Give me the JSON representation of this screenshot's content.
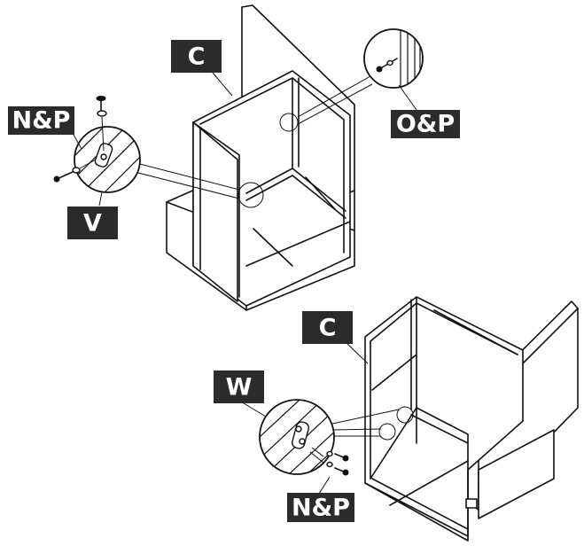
{
  "labels": {
    "top_c": "C",
    "top_np": "N&P",
    "top_op": "O&P",
    "top_v": "V",
    "bottom_c": "C",
    "bottom_w": "W",
    "bottom_np": "N&P"
  }
}
